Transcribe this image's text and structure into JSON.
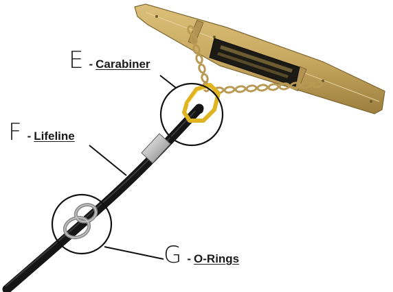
{
  "callouts": {
    "e": {
      "letter": "E",
      "separator": "-",
      "name": "Carabiner"
    },
    "f": {
      "letter": "F",
      "separator": "-",
      "name": "Lifeline"
    },
    "g": {
      "letter": "G",
      "separator": "-",
      "name": "O-Rings"
    }
  },
  "colors": {
    "bar": "#c8a961",
    "bar_shadow": "#9c7e3e",
    "plate": "#1c1a14",
    "chain": "#b99a55",
    "carabiner": "#e0b420",
    "rope": "#151515",
    "ring": "#8c8c8c",
    "leader_line": "#111111"
  }
}
